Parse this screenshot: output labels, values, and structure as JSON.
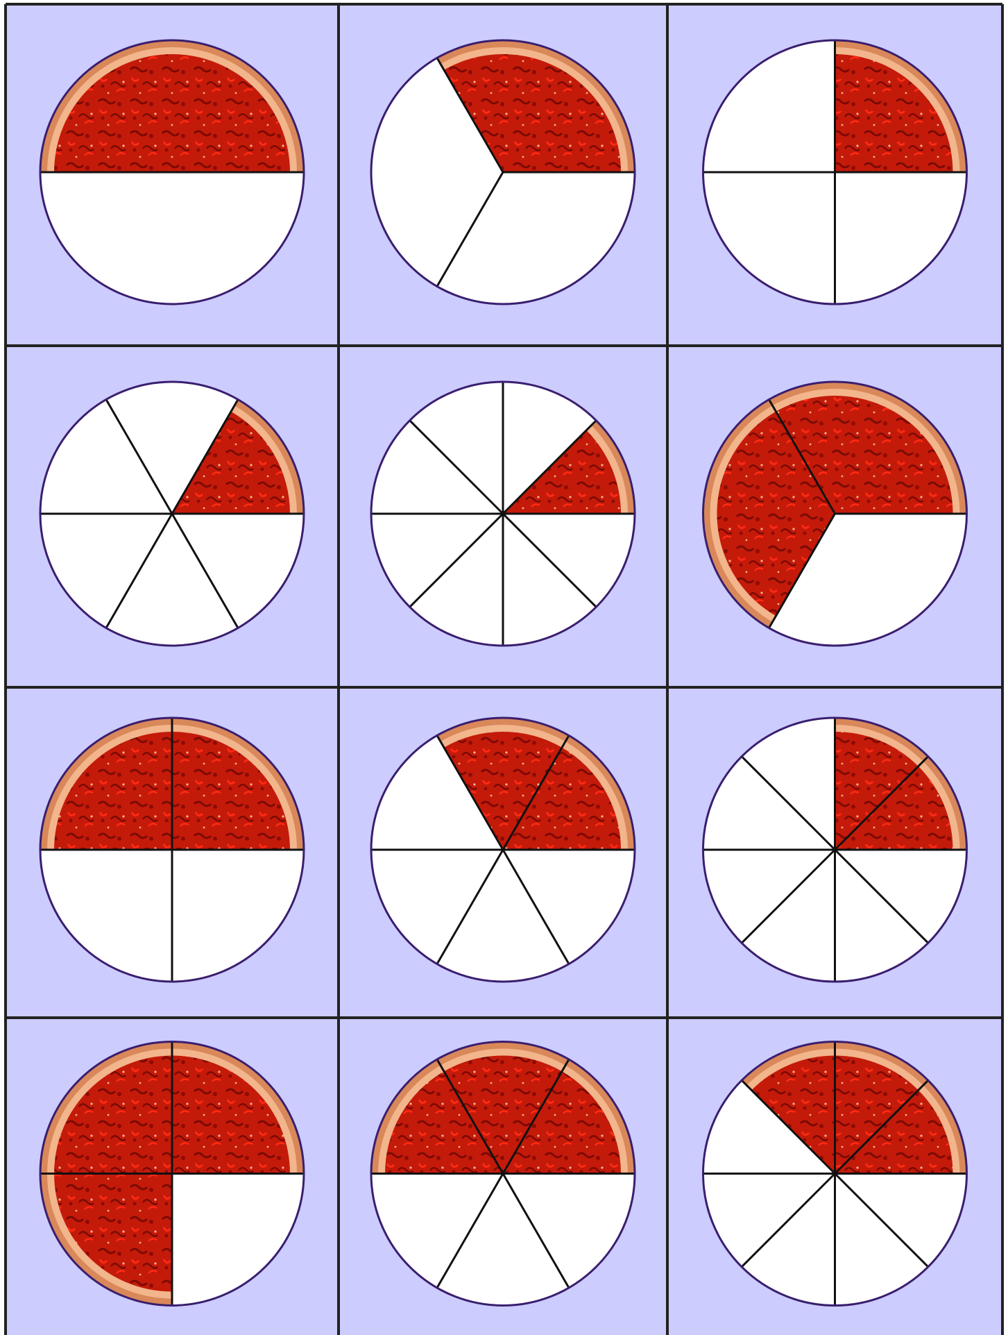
{
  "colors": {
    "cell_background": "#ccccff",
    "grid_line": "#222222",
    "pizza_sauce": "#c41a0a",
    "pizza_sauce_dark": "#7a0a04",
    "pizza_sauce_light": "#ff2a14",
    "pizza_crust": "#d9885a",
    "pizza_crust_light": "#f2b58c",
    "empty_slice": "#ffffff",
    "pizza_outline": "#3a1e6e",
    "cut_line": "#111111"
  },
  "grid": {
    "rows": 4,
    "cols": 3
  },
  "pizzas": [
    {
      "slices": 2,
      "filled": 1
    },
    {
      "slices": 3,
      "filled": 1
    },
    {
      "slices": 4,
      "filled": 1
    },
    {
      "slices": 6,
      "filled": 1
    },
    {
      "slices": 8,
      "filled": 1
    },
    {
      "slices": 3,
      "filled": 2
    },
    {
      "slices": 4,
      "filled": 2
    },
    {
      "slices": 6,
      "filled": 2
    },
    {
      "slices": 8,
      "filled": 2
    },
    {
      "slices": 4,
      "filled": 3
    },
    {
      "slices": 6,
      "filled": 3
    },
    {
      "slices": 8,
      "filled": 3
    }
  ]
}
